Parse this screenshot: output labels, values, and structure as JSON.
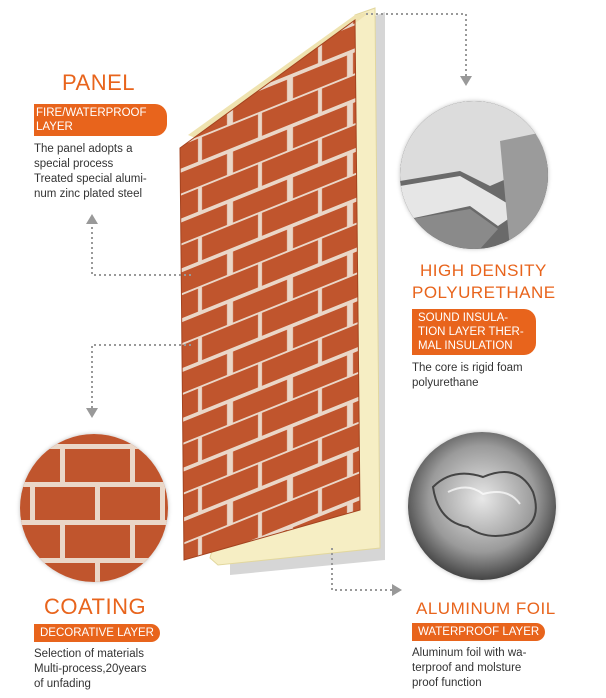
{
  "panel": {
    "title": "PANEL",
    "tag": "FIRE/WATERPROOF\nLAYER",
    "description": "The panel adopts a\nspecial process\nTreated special alumi-\nnum zinc plated steel"
  },
  "polyurethane": {
    "title_line1": "HIGH DENSITY",
    "title_line2": "POLYURETHANE",
    "tag": "SOUND INSULA-\nTION LAYER THER-\nMAL INSULATION",
    "description": "The core is rigid foam\npolyurethane"
  },
  "coating": {
    "title": "COATING",
    "tag": "DECORATIVE LAYER",
    "description": "Selection of materials\nMulti-process,20years\nof unfading"
  },
  "aluminum": {
    "title": "ALUMINUM FOIL",
    "tag": "WATERPROOF LAYER",
    "description": "Aluminum foil with wa-\nterproof and molsture\nproof function"
  },
  "colors": {
    "accent": "#e8641c",
    "brick": "#c0552d",
    "mortar": "#e9d5c6",
    "foam": "#f6eec4"
  }
}
